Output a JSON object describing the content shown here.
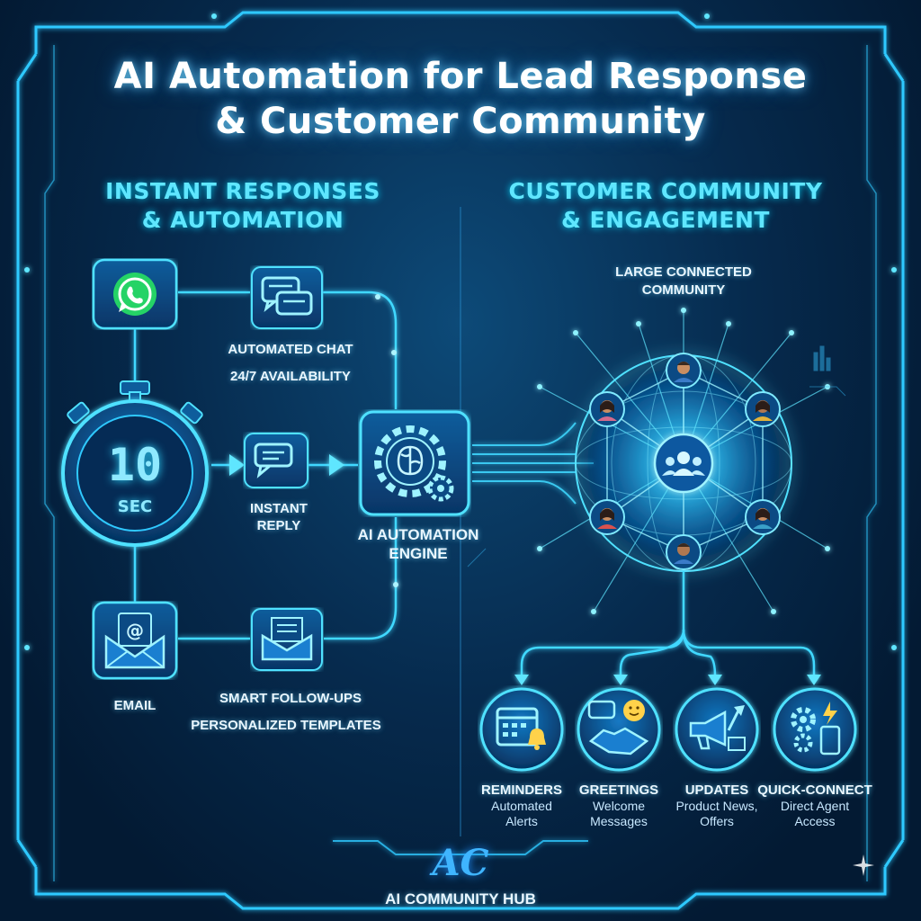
{
  "title": {
    "line1": "AI Automation for Lead Response",
    "line2": "& Customer Community"
  },
  "left_section": {
    "heading_line1": "INSTANT RESPONSES",
    "heading_line2": "& AUTOMATION",
    "whatsapp_icon": "whatsapp-icon",
    "chat_label": "AUTOMATED CHAT",
    "chat_sub": "24/7 AVAILABILITY",
    "timer_value": "10",
    "timer_unit": "SEC",
    "instant_reply_line1": "INSTANT",
    "instant_reply_line2": "REPLY",
    "email_label": "EMAIL",
    "followups_label": "SMART FOLLOW-UPS",
    "templates_label": "PERSONALIZED TEMPLATES"
  },
  "engine": {
    "label_line1": "AI AUTOMATION",
    "label_line2": "ENGINE",
    "icon": "brain-gear-icon"
  },
  "right_section": {
    "heading_line1": "CUSTOMER COMMUNITY",
    "heading_line2": "& ENGAGEMENT",
    "community_line1": "LARGE CONNECTED",
    "community_line2": "COMMUNITY",
    "hub_icon": "people-group-icon",
    "features": [
      {
        "title": "REMINDERS",
        "sub1": "Automated",
        "sub2": "Alerts",
        "icon": "calendar-bell-icon"
      },
      {
        "title": "GREETINGS",
        "sub1": "Welcome",
        "sub2": "Messages",
        "icon": "handshake-chat-icon"
      },
      {
        "title": "UPDATES",
        "sub1": "Product News,",
        "sub2": "Offers",
        "icon": "megaphone-icon"
      },
      {
        "title": "QUICK-CONNECT",
        "sub1": "Direct Agent",
        "sub2": "Access",
        "icon": "gear-phone-icon"
      }
    ]
  },
  "footer": {
    "logo_text": "AC",
    "brand": "AI COMMUNITY HUB"
  },
  "colors": {
    "background": "#031a33",
    "accent_cyan": "#3fd8ff",
    "glow_blue": "#1e90ff",
    "heading": "#5fe6ff",
    "title": "#ffffff",
    "whatsapp_green": "#25d366"
  }
}
